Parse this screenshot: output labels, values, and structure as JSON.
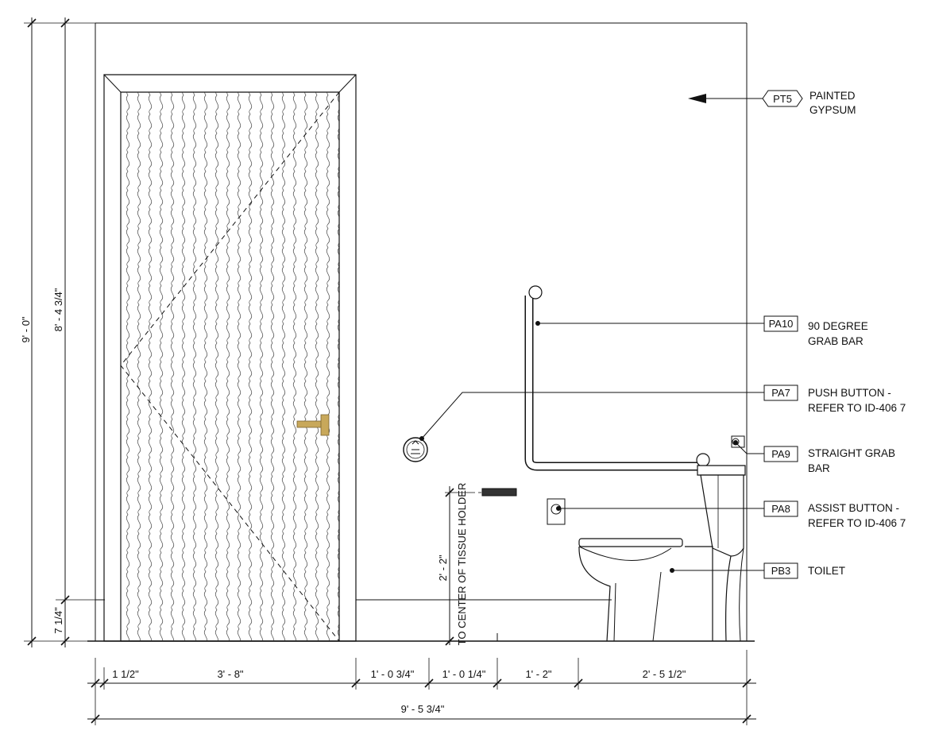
{
  "dimensions": {
    "overall_height": "9' - 0\"",
    "door_height": "8' - 4 3/4\"",
    "base_height": "7 1/4\"",
    "tissue_height": "2' - 2\"",
    "tissue_note": "TO CENTER OF TISSUE HOLDER",
    "seg_frame": "1 1/2\"",
    "seg_door": "3' - 8\"",
    "seg_1": "1' - 0 3/4\"",
    "seg_2": "1' - 0 1/4\"",
    "seg_3": "1' - 2\"",
    "seg_4": "2' - 5 1/2\"",
    "overall_width": "9' - 5 3/4\""
  },
  "tags": [
    {
      "code": "PT5",
      "line1": "PAINTED",
      "line2": "GYPSUM"
    },
    {
      "code": "PA10",
      "line1": "90 DEGREE",
      "line2": "GRAB BAR"
    },
    {
      "code": "PA7",
      "line1": "PUSH BUTTON -",
      "line2": "REFER TO ID-406 7"
    },
    {
      "code": "PA9",
      "line1": "STRAIGHT GRAB",
      "line2": "BAR"
    },
    {
      "code": "PA8",
      "line1": "ASSIST BUTTON -",
      "line2": "REFER TO ID-406 7"
    },
    {
      "code": "PB3",
      "line1": "TOILET",
      "line2": ""
    }
  ],
  "colors": {
    "line": "#111111",
    "door_handle": "#c8a85a",
    "tissue_holder": "#333333"
  }
}
